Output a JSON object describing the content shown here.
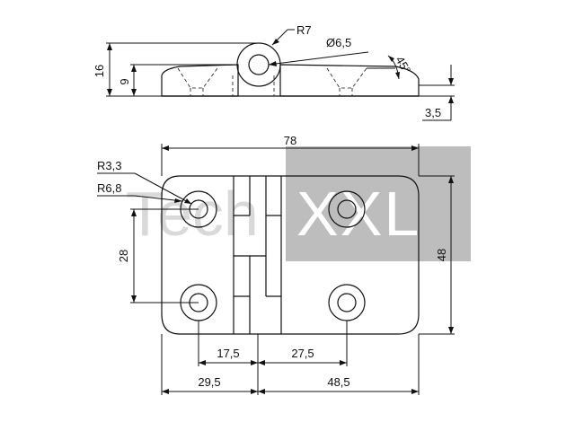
{
  "watermark": {
    "left_text": "Tech",
    "right_text": "XXL"
  },
  "side_view": {
    "radius_label": "R7",
    "bore_label": "Ø6,5",
    "angle_label": "45°",
    "height_total_label": "16",
    "height_leaf_label": "9",
    "thickness_label": "3,5"
  },
  "top_view": {
    "width_label": "78",
    "height_label": "48",
    "hole_spacing_label": "28",
    "hole_radius_label": "R3,3",
    "counter_radius_label": "R6,8",
    "left_hole_to_axis_label": "17,5",
    "right_hole_to_axis_label": "27,5",
    "left_edge_to_axis_label": "29,5",
    "axis_to_right_edge_label": "48,5"
  }
}
